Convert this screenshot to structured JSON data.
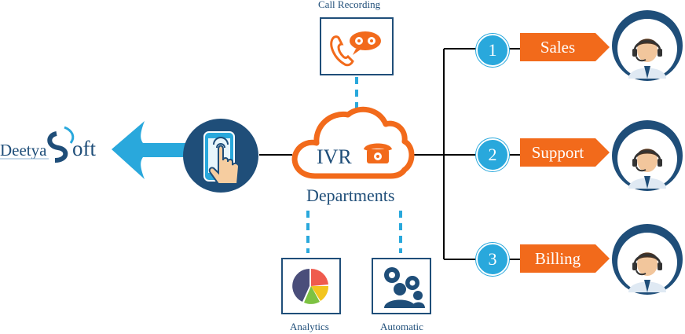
{
  "logo": {
    "text_left": "Deetya",
    "text_right": "Soft"
  },
  "call_recording": {
    "label": "Call Recording",
    "icon": "phone-recording-icon"
  },
  "ivr": {
    "cloud_text": "IVR",
    "icon": "telephone-icon"
  },
  "departments_label": "Departments",
  "analytics": {
    "label": "Analytics",
    "icon": "pie-chart-icon"
  },
  "automatic": {
    "label": "Automatic",
    "icon": "gears-users-icon"
  },
  "phone_input": {
    "icon": "touch-phone-icon"
  },
  "departments": [
    {
      "number": "1",
      "name": "Sales",
      "icon": "agent-headset-icon"
    },
    {
      "number": "2",
      "name": "Support",
      "icon": "agent-headset-icon"
    },
    {
      "number": "3",
      "name": "Billing",
      "icon": "agent-headset-icon"
    }
  ],
  "colors": {
    "navy": "#1f4e79",
    "sky_blue": "#29a8dc",
    "orange": "#f26a1b"
  }
}
